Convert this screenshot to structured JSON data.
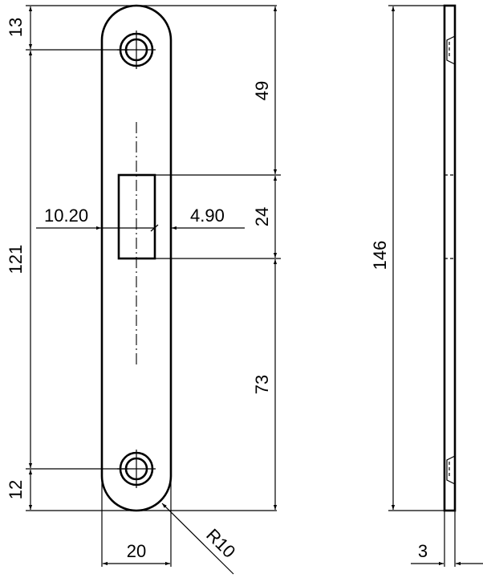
{
  "drawing": {
    "type": "technical-drawing",
    "subject": "strike plate",
    "line_color": "#000000",
    "background": "#ffffff",
    "views": {
      "front": {
        "dimensions": {
          "top_to_hole": "13",
          "hole_to_hole": "121",
          "bottom_to_hole": "12",
          "top_to_slot": "49",
          "slot_height": "24",
          "slot_to_bottom": "73",
          "slot_left_offset": "10.20",
          "slot_width": "4.90",
          "plate_width": "20",
          "end_radius": "R10"
        }
      },
      "side": {
        "dimensions": {
          "overall_length": "146",
          "thickness": "3"
        }
      }
    }
  }
}
